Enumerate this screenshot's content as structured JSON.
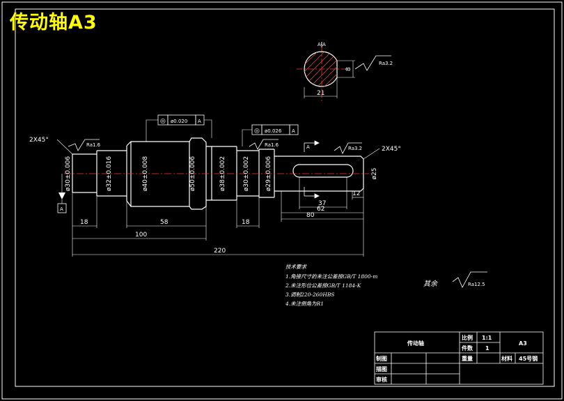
{
  "title": "传动轴A3",
  "section": {
    "label": "A-A",
    "width": "21",
    "keyway_depth": "8",
    "roughness": "Ra3.2"
  },
  "chamfer_left": "2X45°",
  "chamfer_right": "2X45°",
  "diameters": [
    {
      "label": "ø30±0.006"
    },
    {
      "label": "ø32±0.016"
    },
    {
      "label": "ø40±0.008"
    },
    {
      "label": "ø50±0.006"
    },
    {
      "label": "ø38±0.002"
    },
    {
      "label": "ø30±0.002"
    },
    {
      "label": "ø29±0.006"
    },
    {
      "label": "ø25"
    }
  ],
  "lengths": [
    {
      "label": "18"
    },
    {
      "label": "58"
    },
    {
      "label": "18"
    },
    {
      "label": "80"
    },
    {
      "label": "100"
    },
    {
      "label": "220"
    },
    {
      "label": "37"
    },
    {
      "label": "62"
    },
    {
      "label": "12"
    }
  ],
  "tolerance_frames": [
    {
      "symbol": "◎",
      "value": "ø0.020",
      "datum": "A"
    },
    {
      "symbol": "◎",
      "value": "ø0.026",
      "datum": "A"
    }
  ],
  "datum_label": "A",
  "datum_section": "A",
  "roughness_marks": [
    "Ra1.6",
    "Ra1.6",
    "Ra3.2"
  ],
  "notes": {
    "heading": "技术要求",
    "items": [
      "1.角接尺寸的未注公差按GB/T 1800-m",
      "2.未注形位公差按GB/T 1184-K",
      "3.调制220-260HBS",
      "4.未注倒角为R1"
    ]
  },
  "rest_roughness": {
    "label": "其余",
    "value": "Ra12.5"
  },
  "title_block": {
    "part_name": "传动轴",
    "scale_label": "比例",
    "scale_value": "1:1",
    "qty_label": "件数",
    "qty_value": "1",
    "sheet": "A3",
    "weight_label": "重量",
    "material_label": "材料",
    "material_value": "45号钢",
    "drawn": "制图",
    "designed": "描图",
    "checked": "审核"
  }
}
